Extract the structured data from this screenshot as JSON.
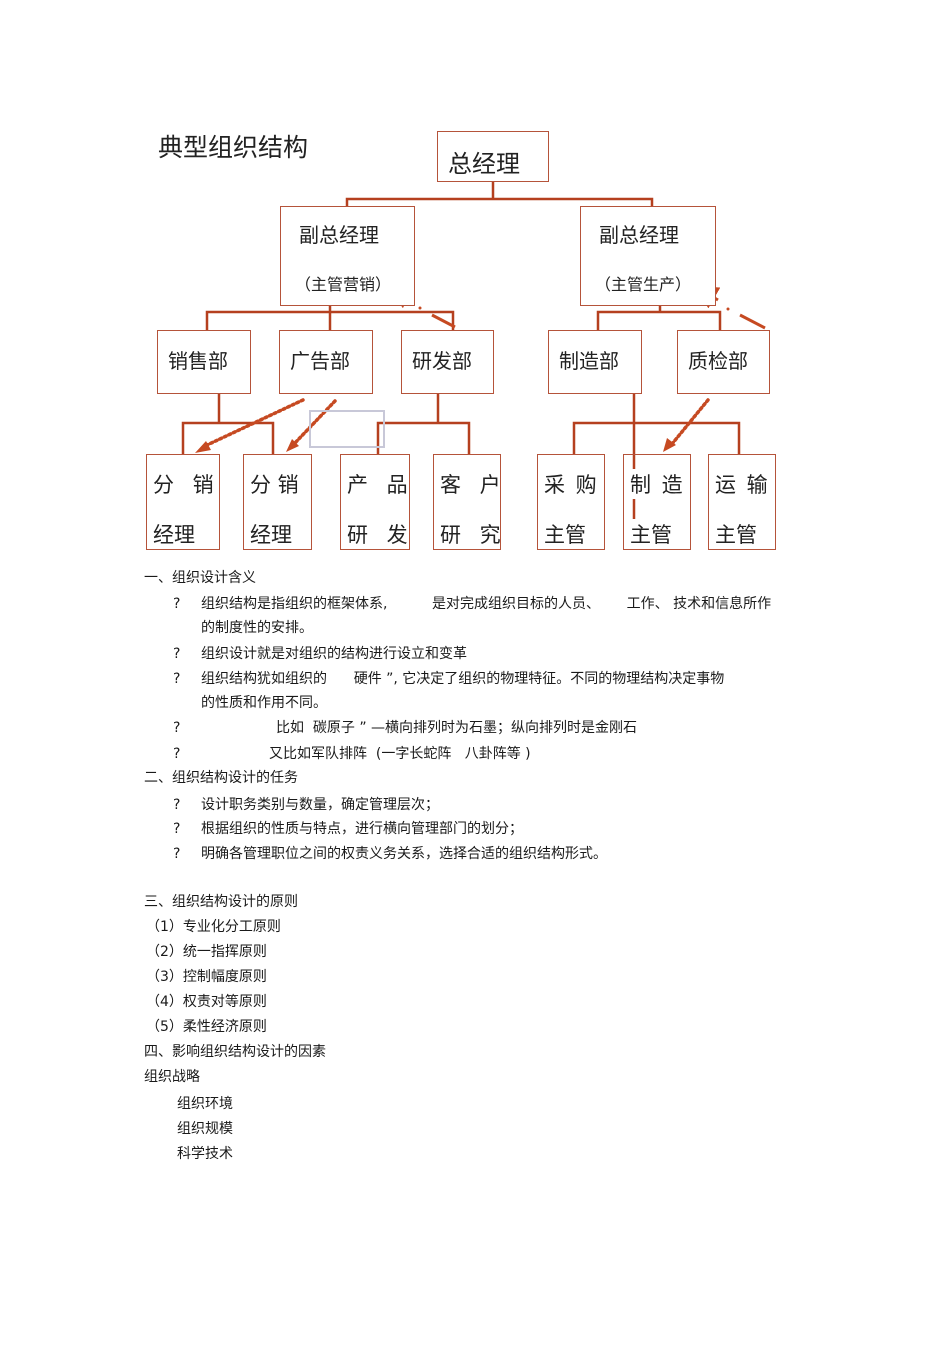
{
  "chart": {
    "title": "典型组织结构",
    "top": {
      "label": "总经理"
    },
    "vps": [
      {
        "label": "副总经理",
        "sub": "（主管营销）"
      },
      {
        "label": "副总经理",
        "sub": "（主管生产）"
      }
    ],
    "depts": [
      {
        "label": "销售部"
      },
      {
        "label": "广告部"
      },
      {
        "label": "研发部"
      },
      {
        "label": "制造部"
      },
      {
        "label": "质检部"
      }
    ],
    "leaves": [
      {
        "line1": "分 销",
        "line2": "经理"
      },
      {
        "line1": "分 销",
        "line2": "经理"
      },
      {
        "line1": "产 品",
        "line2": "研 发"
      },
      {
        "line1": "客 户",
        "line2": "研 究"
      },
      {
        "line1": "采 购",
        "line2": "主管"
      },
      {
        "line1": "制 造",
        "line2": "主管"
      },
      {
        "line1": "运 输",
        "line2": "主管"
      }
    ],
    "colors": {
      "line": "#b5401f",
      "box_border": "#b5533a",
      "placeholder_border": "#c8c8d8"
    }
  },
  "section1": {
    "heading": "一、组织设计含义",
    "bullet": "?",
    "items": [
      {
        "line1": "组织结构是指组织的框架体系,          是对完成组织目标的人员、      工作、 技术和信息所作",
        "line2": "的制度性的安排。"
      },
      {
        "line1": "组织设计就是对组织的结构进行设立和变革"
      },
      {
        "line1": "组织结构犹如组织的      硬件 ”, 它决定了组织的物理特征。不同的物理结构决定事物",
        "line2": "的性质和作用不同。"
      },
      {
        "line1": "比如  碳原子 ” —横向排列时为石墨；纵向排列时是金刚石"
      },
      {
        "line1": "又比如军队排阵  (一字长蛇阵   八卦阵等 )"
      }
    ]
  },
  "section2": {
    "heading": "二、组织结构设计的任务",
    "items": [
      "设计职务类别与数量，确定管理层次；",
      "根据组织的性质与特点，进行横向管理部门的划分；",
      "明确各管理职位之间的权责义务关系，选择合适的组织结构形式。"
    ]
  },
  "section3": {
    "heading": "三、组织结构设计的原则",
    "items": [
      "（1）专业化分工原则",
      "（2）统一指挥原则",
      "（3）控制幅度原则",
      "（4）权责对等原则",
      "（5）柔性经济原则"
    ]
  },
  "section4": {
    "heading": "四、影响组织结构设计的因素",
    "first": "组织战略",
    "items": [
      "组织环境",
      "组织规模",
      "科学技术"
    ]
  }
}
